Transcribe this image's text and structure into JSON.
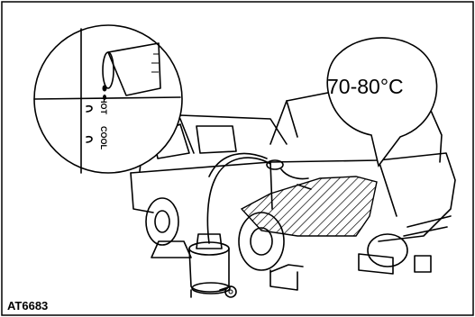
{
  "figure": {
    "code": "AT6683",
    "temperature_callout": "70-80°C",
    "level_marks": {
      "hot": "HOT",
      "cool": "COOL"
    }
  }
}
